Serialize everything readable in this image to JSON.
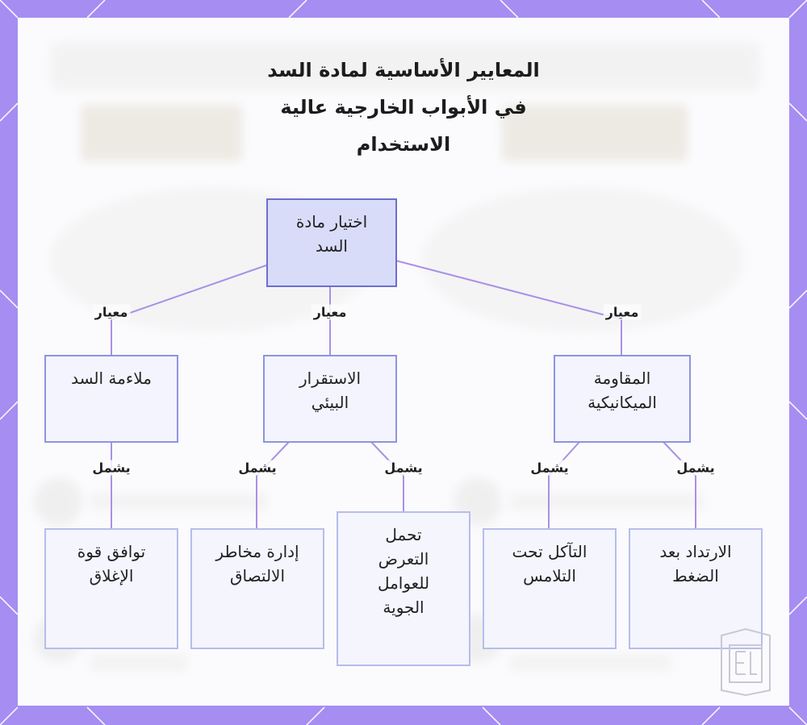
{
  "diagram": {
    "title_lines": [
      "المعايير الأساسية لمادة السد",
      "في الأبواب الخارجية عالية",
      "الاستخدام"
    ],
    "root": {
      "label": "اختيار مادة السد"
    },
    "criteria": [
      {
        "id": "fit",
        "label": "ملاءمة السد"
      },
      {
        "id": "env",
        "label": "الاستقرار البيئي"
      },
      {
        "id": "mech",
        "label": "المقاومة الميكانيكية"
      }
    ],
    "leaves": [
      {
        "parent": "fit",
        "label": "توافق قوة الإغلاق"
      },
      {
        "parent": "env",
        "label": "إدارة مخاطر الالتصاق"
      },
      {
        "parent": "env",
        "label": "تحمل التعرض للعوامل الجوية"
      },
      {
        "parent": "mech",
        "label": "التآكل تحت التلامس"
      },
      {
        "parent": "mech",
        "label": "الارتداد بعد الضغط"
      }
    ],
    "edge_labels": {
      "criterion": "معيار",
      "includes": "يشمل"
    }
  },
  "colors": {
    "frame": "#a58df2",
    "panel": "#fbfbfd",
    "connector": "#a991e4",
    "root_fill": "#d9dcf9",
    "root_border": "#6b6fd1",
    "node_border": "#b6bdeb"
  }
}
